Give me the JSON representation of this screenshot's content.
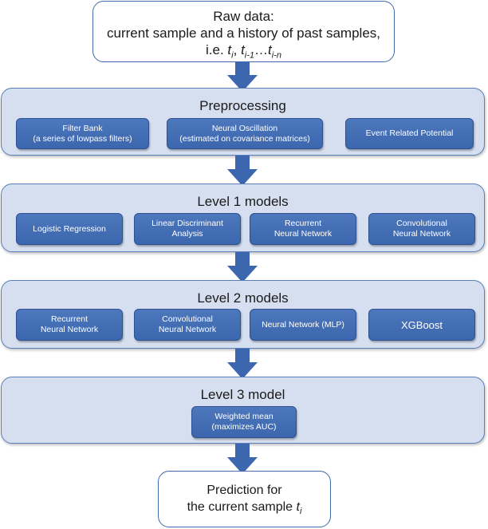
{
  "raw": {
    "line1": "Raw data:",
    "line2": "current sample and a history of past samples,",
    "line3_prefix": "i.e. ",
    "t": "t",
    "sub_i": "i",
    "sub_i1": "i-1",
    "sub_in": "i-n",
    "comma": ",",
    "ellipsis": "…"
  },
  "preprocessing": {
    "title": "Preprocessing",
    "items": [
      {
        "line1": "Filter Bank",
        "line2": "(a series of lowpass filters)"
      },
      {
        "line1": "Neural Oscillation",
        "line2": "(estimated on covariance matrices)"
      },
      {
        "line1": "Event Related Potential",
        "line2": ""
      }
    ]
  },
  "level1": {
    "title": "Level 1 models",
    "items": [
      {
        "line1": "Logistic Regression",
        "line2": ""
      },
      {
        "line1": "Linear Discriminant",
        "line2": "Analysis"
      },
      {
        "line1": "Recurrent",
        "line2": "Neural Network"
      },
      {
        "line1": "Convolutional",
        "line2": "Neural Network"
      }
    ]
  },
  "level2": {
    "title": "Level 2 models",
    "items": [
      {
        "line1": "Recurrent",
        "line2": "Neural Network"
      },
      {
        "line1": "Convolutional",
        "line2": "Neural Network"
      },
      {
        "line1": "Neural Network (MLP)",
        "line2": ""
      },
      {
        "line1": "XGBoost",
        "line2": ""
      }
    ]
  },
  "level3": {
    "title": "Level 3 model",
    "items": [
      {
        "line1": "Weighted mean",
        "line2": "(maximizes AUC)"
      }
    ]
  },
  "prediction": {
    "line1": "Prediction for",
    "line2_prefix": "the current sample ",
    "t": "t",
    "sub": "i"
  },
  "colors": {
    "stage_fill": "#d6dff0",
    "pill_fill": "#4571b6",
    "arrow_fill": "#3c66ad"
  }
}
